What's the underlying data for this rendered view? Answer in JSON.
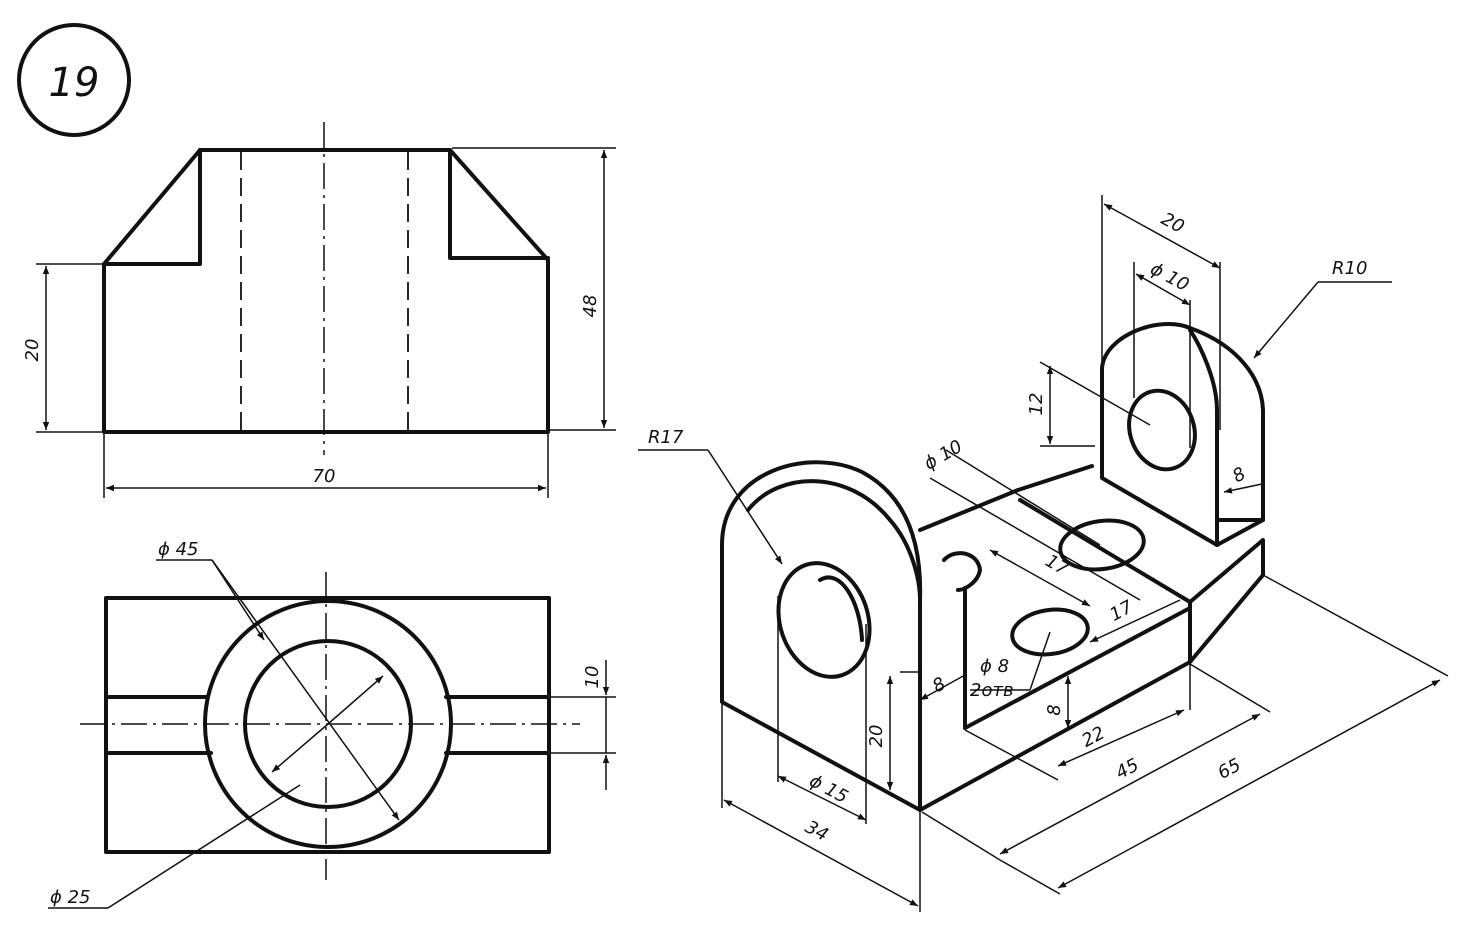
{
  "sheet": {
    "number": "19"
  },
  "front_view": {
    "height_total": "48",
    "height_base": "20",
    "width": "70"
  },
  "top_view": {
    "outer_diameter": "ϕ 45",
    "inner_diameter": "ϕ 25",
    "slot_width": "10"
  },
  "isometric": {
    "radius_large": "R17",
    "radius_small": "R10",
    "hole_small": "ϕ 10",
    "width_20": "20",
    "height_12": "12",
    "thickness_8_right": "8",
    "holes_label": "ϕ 10",
    "dim_17_a": "17",
    "dim_17_b": "17",
    "base_holes": "ϕ 8",
    "base_holes_count": "2отв",
    "thickness_8_left": "8",
    "height_20": "20",
    "base_thickness_8": "8",
    "dim_22": "22",
    "dim_45": "45",
    "dim_65": "65",
    "hole_large": "ϕ 15",
    "dim_34": "34"
  }
}
